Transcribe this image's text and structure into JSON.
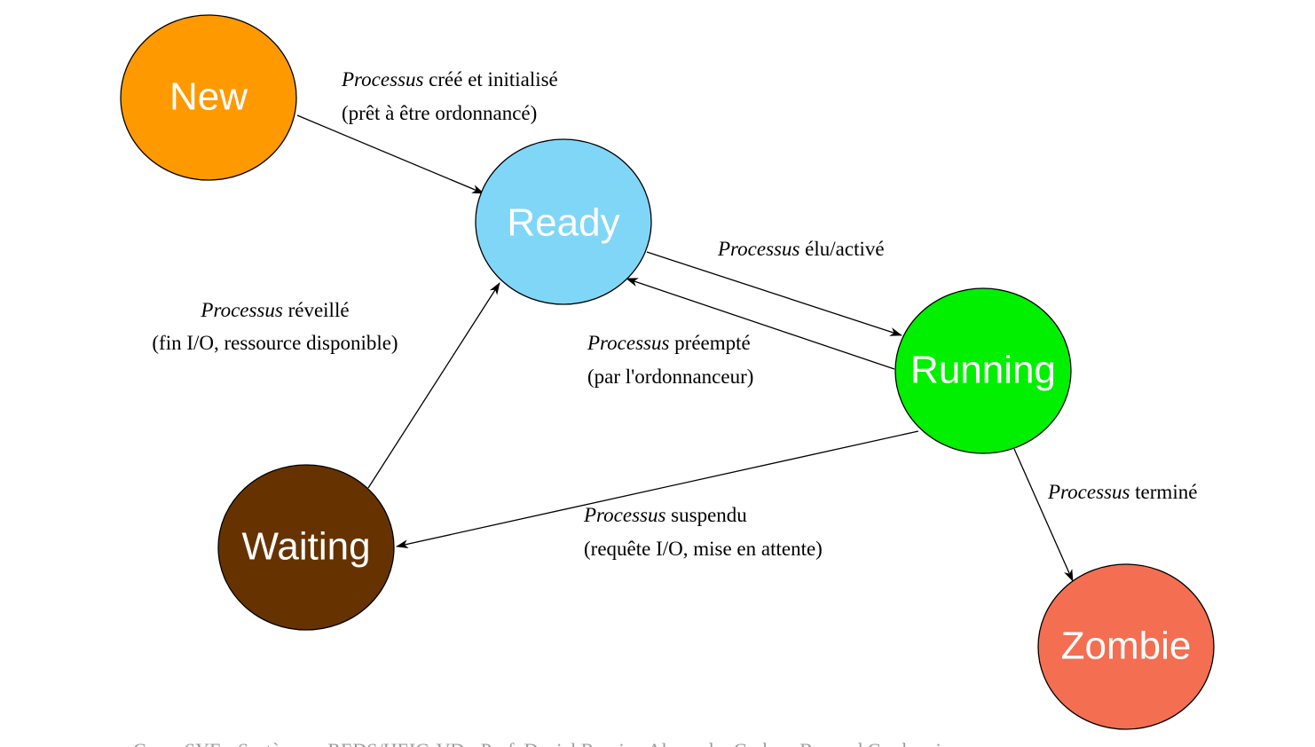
{
  "states": {
    "new": {
      "label": "New",
      "color": "#FF9900"
    },
    "ready": {
      "label": "Ready",
      "color": "#80D6F7"
    },
    "running": {
      "label": "Running",
      "color": "#00F000"
    },
    "waiting": {
      "label": "Waiting",
      "color": "#663300"
    },
    "zombie": {
      "label": "Zombie",
      "color": "#F46E52"
    }
  },
  "transitions": {
    "new_ready": {
      "emphasis": "Processus",
      "line1_rest": " créé et initialisé",
      "line2": "(prêt à être ordonnancé)"
    },
    "ready_running": {
      "emphasis": "Processus",
      "line1_rest": " élu/activé"
    },
    "running_ready": {
      "emphasis": "Processus",
      "line1_rest": " préempté",
      "line2": "(par l'ordonnanceur)"
    },
    "waiting_ready": {
      "emphasis": "Processus",
      "line1_rest": " réveillé",
      "line2": "(fin I/O, ressource disponible)"
    },
    "running_waiting": {
      "emphasis": "Processus",
      "line1_rest": " suspendu",
      "line2": "(requête I/O, mise en attente)"
    },
    "running_zombie": {
      "emphasis": "Processus",
      "line1_rest": " terminé"
    }
  },
  "footer": "Cours SYE - Systèmes - REDS/HEIG-VD - Prof. Daniel Rossier, Alexandre Corbaz, Bernard Cordonnier"
}
